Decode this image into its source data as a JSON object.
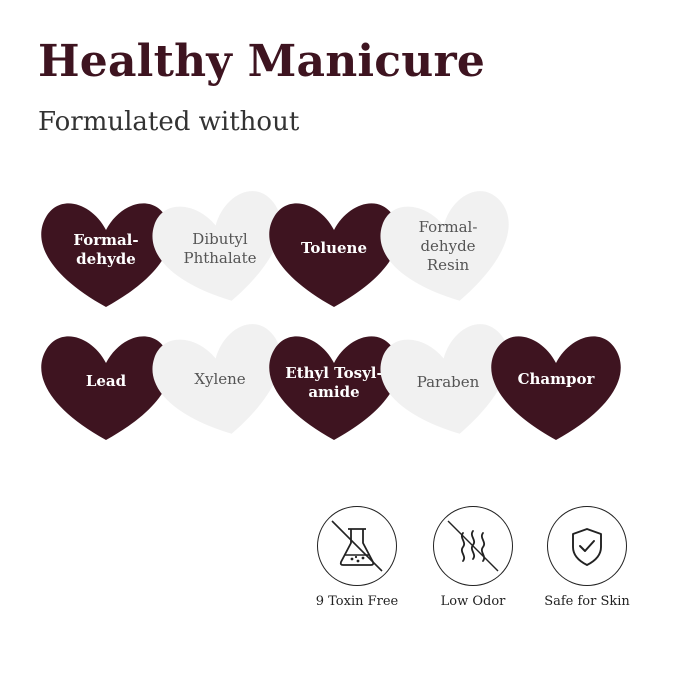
{
  "title": "Healthy Manicure",
  "subtitle": "Formulated without",
  "colors": {
    "dark_heart": "#3e1420",
    "light_heart": "#f1f1f1",
    "title": "#3e1420"
  },
  "hearts": [
    {
      "label": "Formal-\ndehyde",
      "style": "dark"
    },
    {
      "label": "Dibutyl\nPhthalate",
      "style": "light"
    },
    {
      "label": "Toluene",
      "style": "dark"
    },
    {
      "label": "Formal-\ndehyde\nResin",
      "style": "light"
    },
    {
      "label": "Lead",
      "style": "dark"
    },
    {
      "label": "Xylene",
      "style": "light"
    },
    {
      "label": "Ethyl Tosyl-\namide",
      "style": "dark"
    },
    {
      "label": "Paraben",
      "style": "light"
    },
    {
      "label": "Champor",
      "style": "dark"
    }
  ],
  "features": [
    {
      "label": "9 Toxin Free",
      "icon": "crossed-flask-icon"
    },
    {
      "label": "Low Odor",
      "icon": "crossed-odor-waves-icon"
    },
    {
      "label": "Safe for Skin",
      "icon": "shield-check-icon"
    }
  ]
}
